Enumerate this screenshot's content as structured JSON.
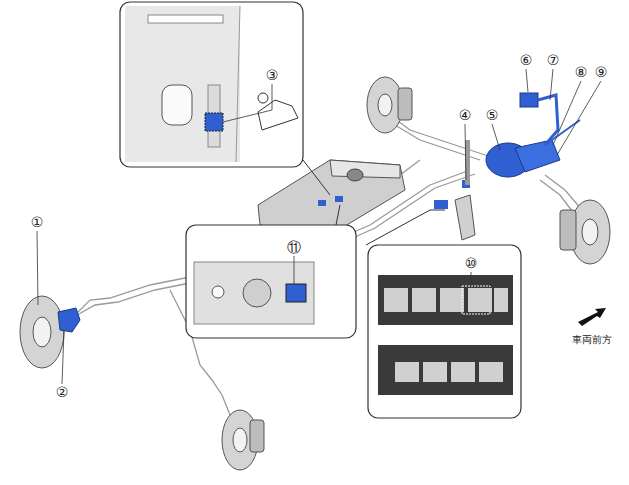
{
  "diagram": {
    "labels": [
      "①",
      "②",
      "③",
      "④",
      "⑤",
      "⑥",
      "⑦",
      "⑧",
      "⑨",
      "⑩",
      "⑪",
      "車両前方"
    ]
  }
}
